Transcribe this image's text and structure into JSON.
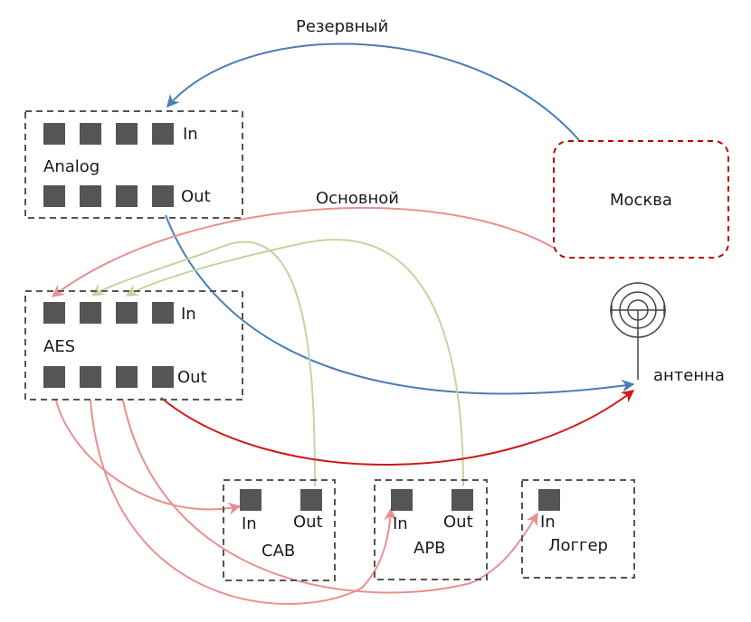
{
  "colors": {
    "reserve": "#4a7db5",
    "main_light": "#e89090",
    "main_strong": "#d01818",
    "return": "#c5d4a0",
    "border_gray": "#555555",
    "border_red": "#c00000"
  },
  "labels": {
    "reserve": "Резервный",
    "main": "Основной",
    "moscow": "Москва",
    "antenna": "антенна"
  },
  "analog": {
    "name": "Analog",
    "in": "In",
    "out": "Out"
  },
  "aes": {
    "name": "AES",
    "in": "In",
    "out": "Out"
  },
  "cab": {
    "name": "САВ",
    "in": "In",
    "out": "Out"
  },
  "apb": {
    "name": "АРВ",
    "in": "In",
    "out": "Out"
  },
  "logger": {
    "name": "Логгер",
    "in": "In"
  }
}
